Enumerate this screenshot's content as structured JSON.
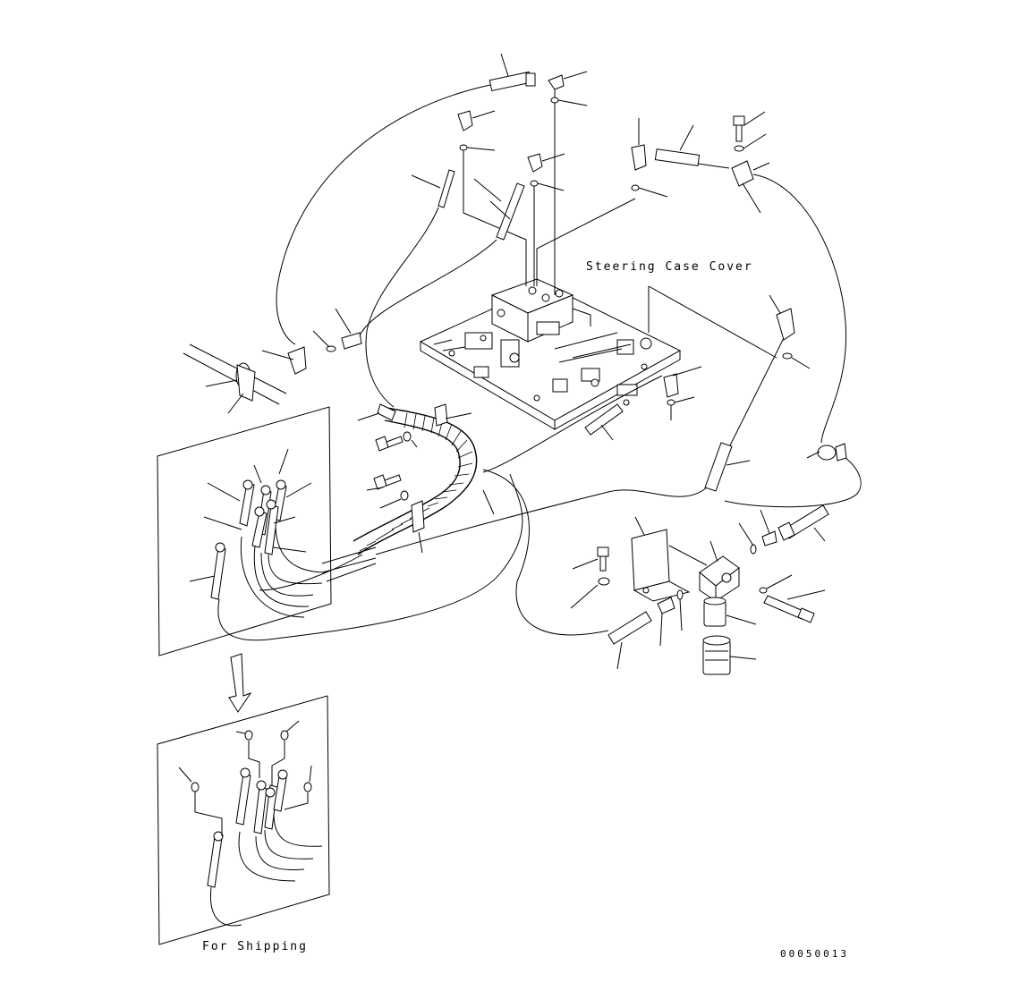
{
  "labels": {
    "steering_case_cover": "Steering Case Cover",
    "for_shipping": "For Shipping",
    "drawing_number": "00050013"
  }
}
